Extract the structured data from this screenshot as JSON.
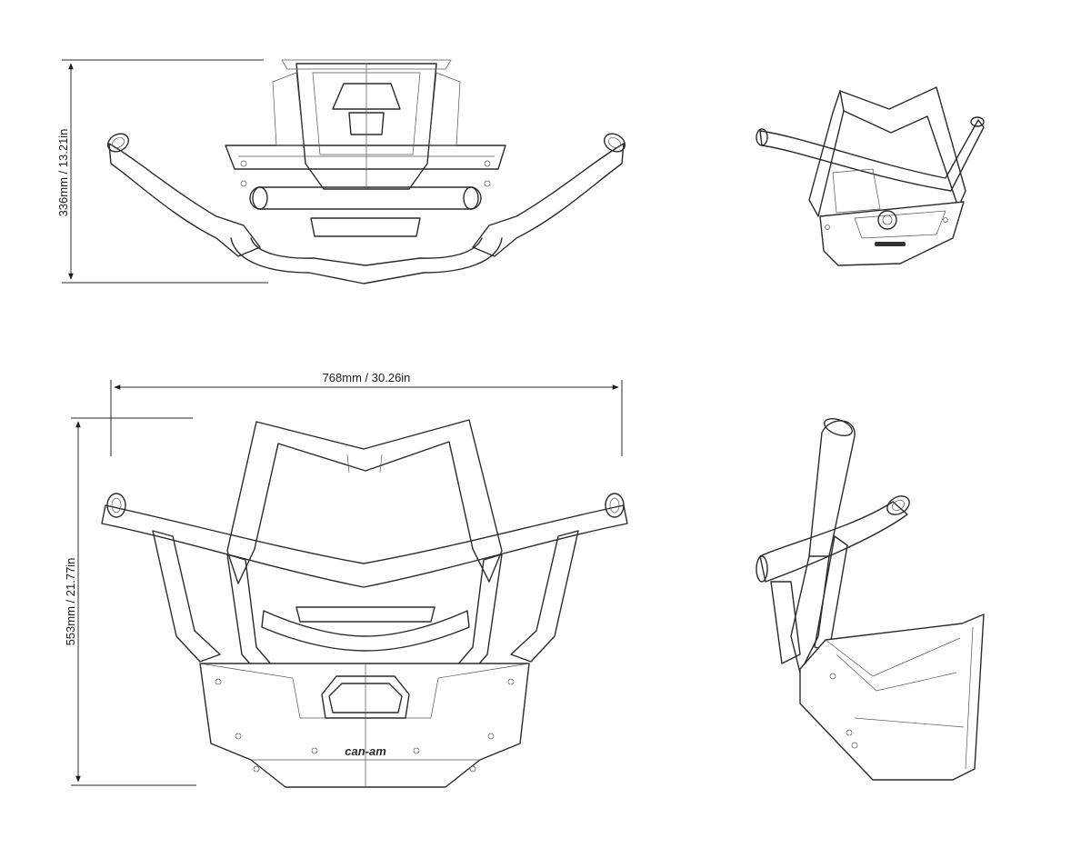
{
  "dimensions": {
    "top_height": "336mm / 13.21in",
    "front_width": "768mm / 30.26in",
    "front_height": "553mm / 21.77in"
  },
  "logo": {
    "text": "can-am"
  },
  "colors": {
    "line": "#2b2b2b",
    "background": "#ffffff"
  }
}
